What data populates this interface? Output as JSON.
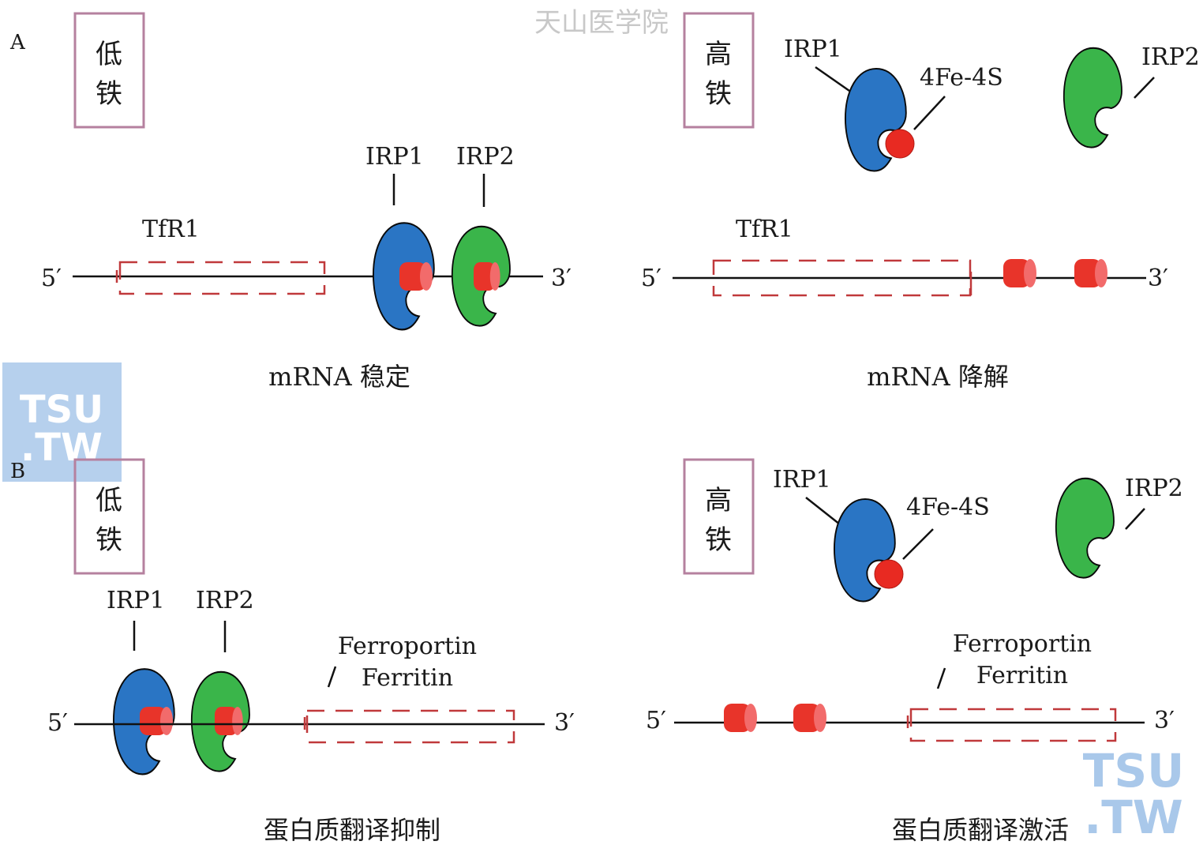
{
  "watermark_top": "天山医学院",
  "watermark_tsu": {
    "line1": "TSU",
    "line2": ".TW"
  },
  "panels": {
    "A": {
      "label": "A",
      "left": {
        "box": [
          "低",
          "铁"
        ],
        "gene": "TfR1",
        "five": "5′",
        "three": "3′",
        "irp1": "IRP1",
        "irp2": "IRP2",
        "caption": "mRNA 稳定"
      },
      "right": {
        "box": [
          "高",
          "铁"
        ],
        "gene": "TfR1",
        "five": "5′",
        "three": "3′",
        "irp1": "IRP1",
        "irp2": "IRP2",
        "fes": "4Fe-4S",
        "caption": "mRNA 降解"
      }
    },
    "B": {
      "label": "B",
      "left": {
        "box": [
          "低",
          "铁"
        ],
        "gene1": "Ferroportin",
        "gene2": "Ferritin",
        "five": "5′",
        "three": "3′",
        "irp1": "IRP1",
        "irp2": "IRP2",
        "caption": "蛋白质翻译抑制"
      },
      "right": {
        "box": [
          "高",
          "铁"
        ],
        "gene1": "Ferroportin",
        "gene2": "Ferritin",
        "five": "5′",
        "three": "3′",
        "irp1": "IRP1",
        "irp2": "IRP2",
        "fes": "4Fe-4S",
        "caption": "蛋白质翻译激活"
      }
    }
  },
  "colors": {
    "irp1": "#2a75c4",
    "irp2": "#3ab54a",
    "ire": "#e8342a",
    "gene_box": "#c0393b",
    "condition_box": "#b5819f"
  }
}
